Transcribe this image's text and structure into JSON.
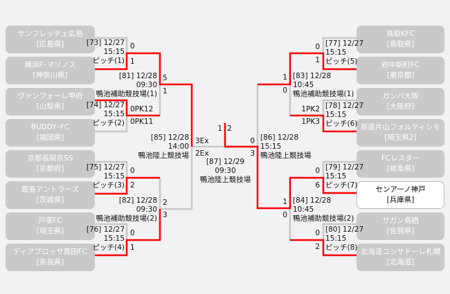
{
  "teams_left": [
    {
      "name": "サンフレッチェ広島",
      "pref": "[広島県]"
    },
    {
      "name": "横浜F･マリノス",
      "pref": "[神奈川県]"
    },
    {
      "name": "ヴァンフォーレ甲府",
      "pref": "[山梨県]"
    },
    {
      "name": "BUDDY･FC",
      "pref": "[福岡県]"
    },
    {
      "name": "京都長岡京SS",
      "pref": "[京都府]"
    },
    {
      "name": "鹿島アントラーズ",
      "pref": "[茨城県]"
    },
    {
      "name": "戸塚FC",
      "pref": "[埼玉県]"
    },
    {
      "name": "ディアブロッサ高田FC",
      "pref": "[奈良県]"
    }
  ],
  "teams_right": [
    {
      "name": "鳥取KFC",
      "pref": "[鳥取県]"
    },
    {
      "name": "府中新町FC",
      "pref": "[東京都]"
    },
    {
      "name": "ガンバ大阪",
      "pref": "[大阪府]"
    },
    {
      "name": "新座片山フォルティシモ",
      "pref": "[埼玉県2]"
    },
    {
      "name": "FCレスター",
      "pref": "[岐阜県]"
    },
    {
      "name": "センアーノ神戸",
      "pref": "[兵庫県]"
    },
    {
      "name": "サガン鳥栖",
      "pref": "[佐賀県]"
    },
    {
      "name": "北海道コンサドーレ札幌",
      "pref": "[北海道]"
    }
  ],
  "matches": {
    "m73": {
      "id": "[73] 12/27",
      "time": "15:15",
      "venue": "ピッチ(1)",
      "s1": "0",
      "s2": "1"
    },
    "m74": {
      "id": "[74] 12/27",
      "time": "15:15",
      "venue": "ピッチ(2)",
      "s1": "0PK12",
      "s2": "0PK11"
    },
    "m75": {
      "id": "[75] 12/27",
      "time": "15:15",
      "venue": "ピッチ(3)",
      "s1": "0",
      "s2": "2"
    },
    "m76": {
      "id": "[76] 12/27",
      "time": "15:15",
      "venue": "ピッチ(4)",
      "s1": "0",
      "s2": "1"
    },
    "m77": {
      "id": "[77] 12/27",
      "time": "15:15",
      "venue": "ピッチ(5)",
      "s1": "0",
      "s2": "1"
    },
    "m78": {
      "id": "[78] 12/27",
      "time": "15:15",
      "venue": "ピッチ(6)",
      "s1": "1PK2",
      "s2": "1PK3"
    },
    "m79": {
      "id": "[79] 12/27",
      "time": "15:15",
      "venue": "ピッチ(7)",
      "s1": "0",
      "s2": "6"
    },
    "m80": {
      "id": "[80] 12/27",
      "time": "15:15",
      "venue": "ピッチ(8)",
      "s1": "0",
      "s2": "2"
    },
    "m81": {
      "id": "[81] 12/28",
      "time": "09:30",
      "venue": "鴨池補助競技場(1)",
      "s1": "5",
      "s2": "1"
    },
    "m82": {
      "id": "[82] 12/28",
      "time": "09:30",
      "venue": "鴨池補助競技場(2)",
      "s1": "2",
      "s2": "3"
    },
    "m83": {
      "id": "[83] 12/28",
      "time": "10:45",
      "venue": "鴨池補助競技場(1)",
      "s1": "1",
      "s2": "0"
    },
    "m84": {
      "id": "[84] 12/28",
      "time": "10:45",
      "venue": "鴨池補助競技場(2)",
      "s1": "1",
      "s2": "0"
    },
    "m85": {
      "id": "[85] 12/28",
      "time": "14:00",
      "venue": "鴨池陸上競技場",
      "s1": "3Ex",
      "s2": "2Ex"
    },
    "m86": {
      "id": "[86] 12/28",
      "time": "15:15",
      "venue": "鴨池陸上競技場",
      "s1": "0",
      "s2": "3"
    },
    "m87": {
      "id": "[87] 12/29",
      "time": "09:30",
      "venue": "鴨池陸上競技場",
      "s1": "1",
      "s2": "2"
    }
  },
  "colors": {
    "winner_line": "#ff0000",
    "line": "#c8c8c8",
    "team_box": "#c9c9c9"
  }
}
